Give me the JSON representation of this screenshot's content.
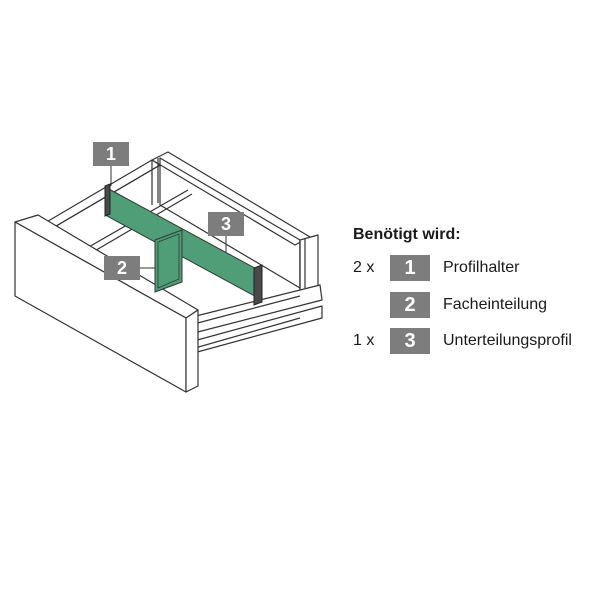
{
  "callouts": {
    "c1": "1",
    "c2": "2",
    "c3": "3"
  },
  "legend": {
    "title": "Benötigt wird:",
    "items": [
      {
        "qty": "2 x",
        "number": "1",
        "label": "Profilhalter"
      },
      {
        "qty": "",
        "number": "2",
        "label": "Facheinteilung"
      },
      {
        "qty": "1 x",
        "number": "3",
        "label": "Unterteilungsprofil"
      }
    ]
  },
  "colors": {
    "divider_fill": "#4f9e78",
    "callout_bg": "#7d7d7d",
    "drawer_stroke": "#333333",
    "drawer_face": "#ffffff"
  }
}
